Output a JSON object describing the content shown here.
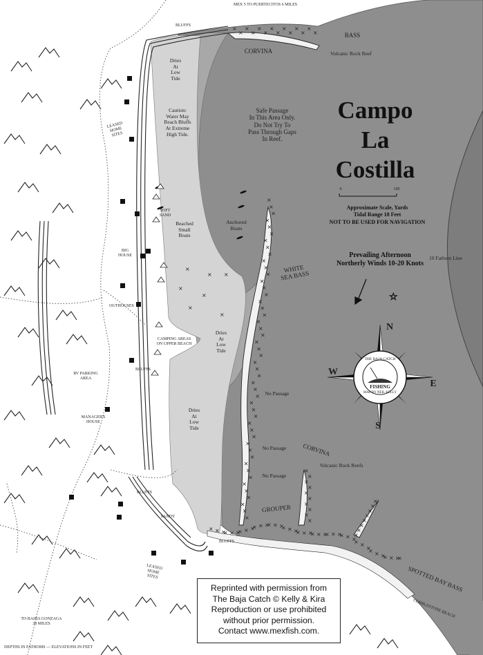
{
  "title": [
    "Campo",
    "La",
    "Costilla"
  ],
  "scale": {
    "start": "0",
    "end": "100",
    "caption": "Approximate Scale, Yards"
  },
  "notes": {
    "tidal_range": "Tidal Range 18 Feet",
    "navigation": "NOT TO BE USED FOR NAVIGATION"
  },
  "wind": [
    "Prevailing Afternoon",
    "Northerly Winds 10-20 Knots"
  ],
  "permission": [
    "Reprinted with permission from",
    "The Baja Catch © Kelly & Kira",
    "Reproduction or use prohibited",
    "without prior permission.",
    "Contact www.mexfish.com."
  ],
  "compass": {
    "n": "N",
    "s": "S",
    "e": "E",
    "w": "W",
    "ring_top": "THE BAJA CATCH",
    "ring_center": "FISHING",
    "ring_bottom": "MAP BY NEIL KELLY"
  },
  "labels": {
    "north_road": "MEX 5 TO PUERTECITOS 6 MILES",
    "south_road": "TO BAHIA GONZAGA\n38 MILES",
    "bottom_note": "DEPTHS IN FATHOMS — ELEVATIONS IN FEET",
    "bluffs_top": "BLUFFS",
    "bluffs_mid": "BLUFFS",
    "bluffs_lower": "BLUFFS",
    "bluffs_bottom": "BLUFFS",
    "leased_top": "LEASED\nHOME\nSITES",
    "leased_bottom": "LEASED\nHOME\nSITES",
    "big_house": "BIG\nHOUSE",
    "outhouses": "OUTHOUSES",
    "camping": "CAMPING AREAS\nON UPPER BEACH",
    "rv_parking": "RV PARKING\nAREA",
    "managers_house": "MANAGER'S\nHOUSE",
    "sandy": "SANDY",
    "soft_sand": "SOFT\nSAND",
    "beached_boats": "Beached\nSmall\nBoats",
    "anchored_boats": "Anchored\nBoats",
    "dries_top": "Dries\nAt\nLow\nTide",
    "caution": "Caution:\nWater May\nReach Bluffs\nAt Extreme\nHigh Tide.",
    "safe_passage": "Safe Passage\nIn This Area Only.\nDo Not Try To\nPass Through Gaps\nIn Reef.",
    "dries_mid": "Dries\nAt\nLow\nTide",
    "dries_low": "Dries\nAt\nLow\nTide",
    "no_passage_1": "No Passage",
    "no_passage_2": "No Passage",
    "no_passage_3": "No Passage",
    "corvina_top": "CORVINA",
    "bass": "BASS",
    "volcanic_top": "Volcanic Rock Reef",
    "white_sea_bass": "WHITE\nSEA BASS",
    "ten_fathom": "10 Fathom Line",
    "corvina_low": "CORVINA",
    "volcanic_low": "Volcanic Rock Reefs",
    "grouper": "GROUPER",
    "spotted_bay_bass": "SPOTTED BAY BASS",
    "cobblestone": "COBBLESTONE BEACH"
  }
}
